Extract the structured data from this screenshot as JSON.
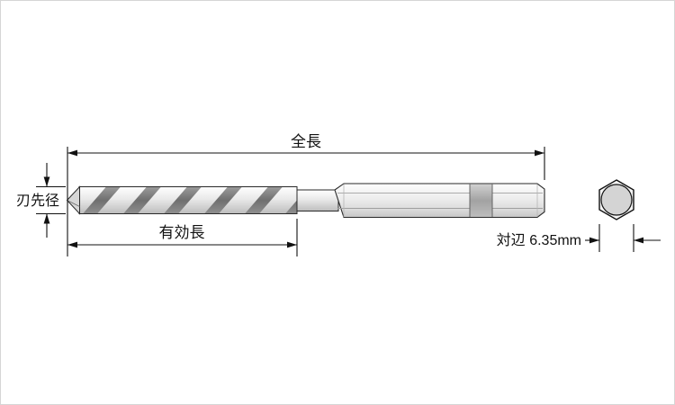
{
  "diagram": {
    "labels": {
      "overall_length": "全長",
      "effective_length": "有効長",
      "tip_diameter": "刃先径",
      "across_flats": "対辺 6.35mm"
    },
    "colors": {
      "background": "#ffffff",
      "line": "#111111",
      "metal_light": "#fdfdfd",
      "metal_shadow": "#c6c6c6",
      "flute_dark": "#7c7c7c",
      "hex_circle_fill": "#d4d4d4"
    }
  }
}
